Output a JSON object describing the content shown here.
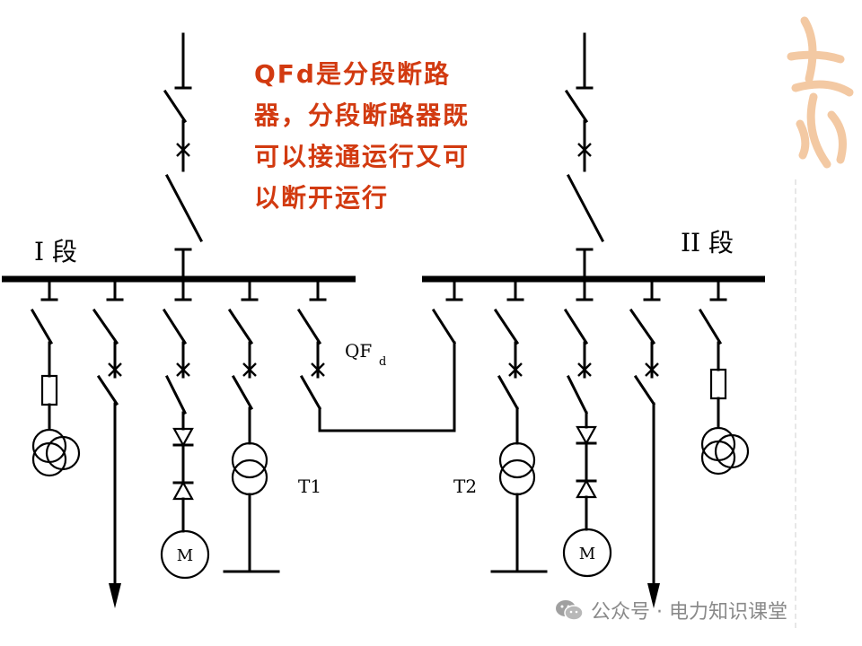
{
  "annotation": {
    "lines": [
      "QFd是分段断路",
      "器，分段断路器既",
      "可以接通运行又可",
      "以断开运行"
    ]
  },
  "labels": {
    "section1": "I 段",
    "section2": "II 段",
    "qfd_main": "QF",
    "qfd_sub": "d",
    "t1": "T1",
    "t2": "T2",
    "motor": "M"
  },
  "watermark": {
    "text": "公众号 · 电力知识课堂",
    "icon": "wechat-icon"
  },
  "colors": {
    "annotation": "#d23a10",
    "decoration": "#f3c9a3",
    "watermark": "#8a8a8a"
  }
}
